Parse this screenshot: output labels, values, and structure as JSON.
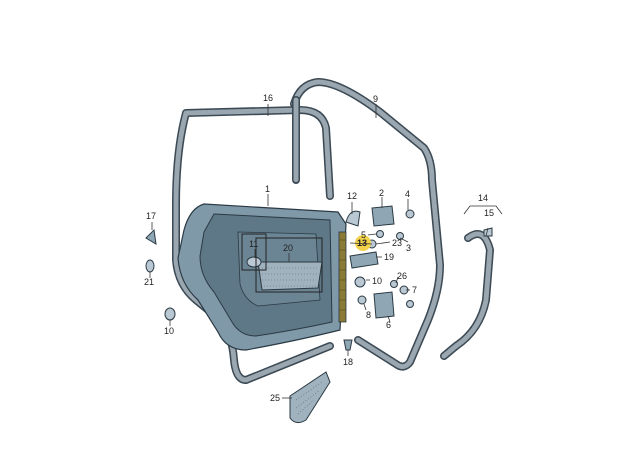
{
  "callouts": [
    {
      "id": "c1",
      "text": "1"
    },
    {
      "id": "c2",
      "text": "2"
    },
    {
      "id": "c3",
      "text": "3"
    },
    {
      "id": "c4",
      "text": "4"
    },
    {
      "id": "c5",
      "text": "5"
    },
    {
      "id": "c6",
      "text": "6"
    },
    {
      "id": "c7",
      "text": "7"
    },
    {
      "id": "c8",
      "text": "8"
    },
    {
      "id": "c9",
      "text": "9"
    },
    {
      "id": "c10",
      "text": "10"
    },
    {
      "id": "c11",
      "text": "11"
    },
    {
      "id": "c12",
      "text": "12"
    },
    {
      "id": "c13",
      "text": "13"
    },
    {
      "id": "c14",
      "text": "14"
    },
    {
      "id": "c15",
      "text": "15"
    },
    {
      "id": "c16",
      "text": "16"
    },
    {
      "id": "c17",
      "text": "17"
    },
    {
      "id": "c18",
      "text": "18"
    },
    {
      "id": "c19",
      "text": "19"
    },
    {
      "id": "c20",
      "text": "20"
    },
    {
      "id": "c21",
      "text": "21"
    },
    {
      "id": "c23",
      "text": "23"
    },
    {
      "id": "c25",
      "text": "25"
    },
    {
      "id": "c26",
      "text": "26"
    }
  ],
  "highlighted_callout": "13",
  "colors": {
    "part_fill": "#8fa6b4",
    "panel_fill": "#7f99a9",
    "seal_stroke": "#3c4a55",
    "highlight": "#f2d24b"
  }
}
